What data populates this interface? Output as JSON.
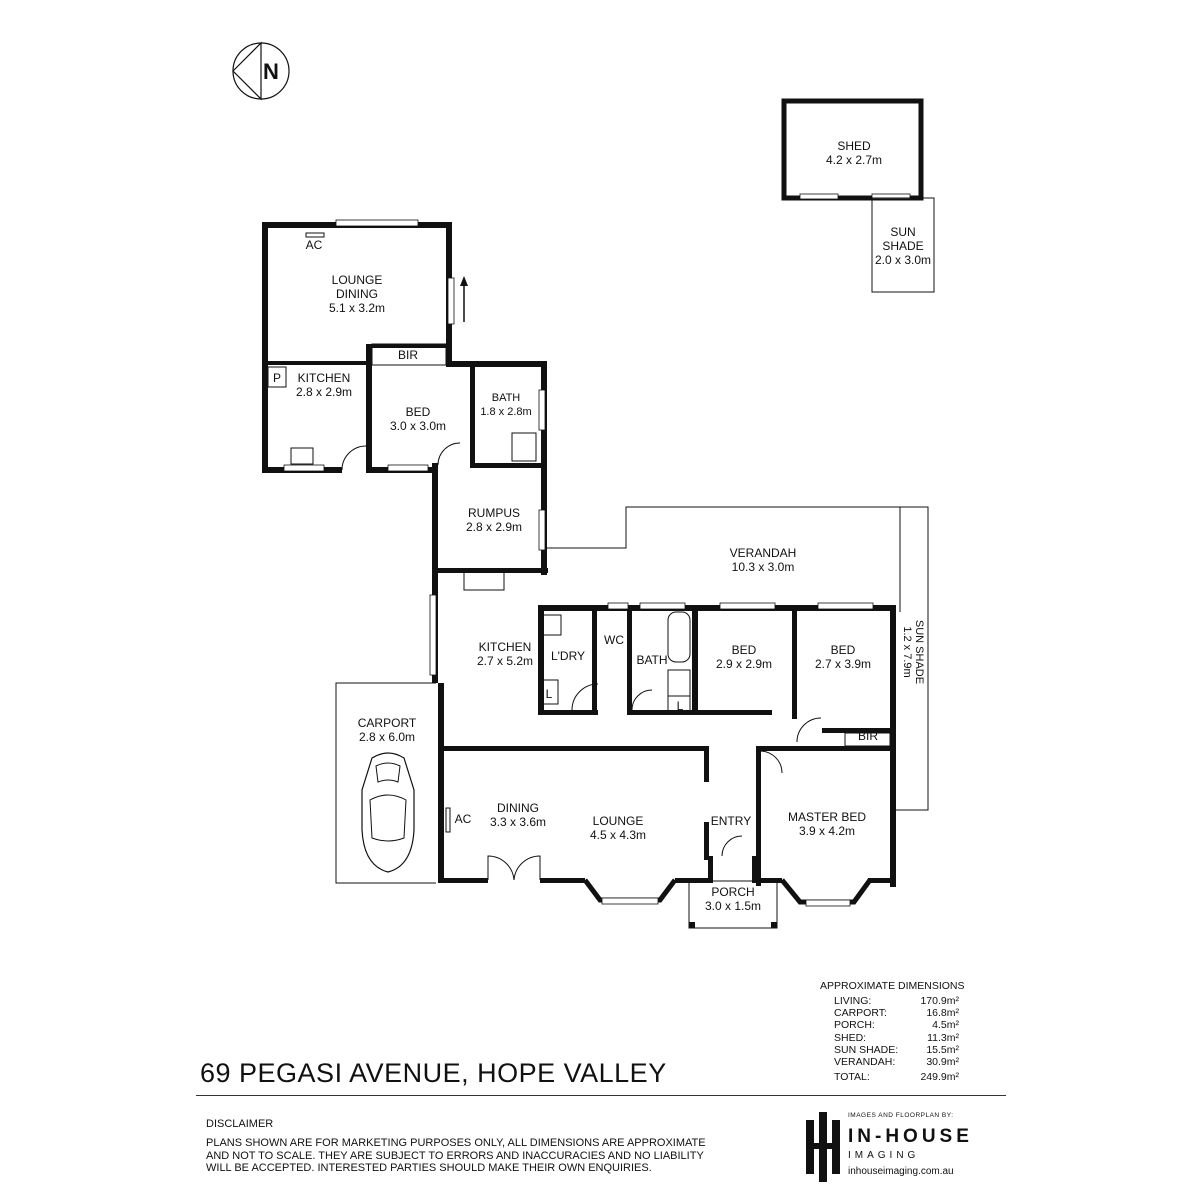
{
  "address": "69 PEGASI AVENUE, HOPE VALLEY",
  "compass": {
    "letter": "N",
    "icon": "north-arrow-icon"
  },
  "rooms": {
    "shed": {
      "name": "SHED",
      "size": "4.2 x 2.7m"
    },
    "sun_shade_top": {
      "name1": "SUN",
      "name2": "SHADE",
      "size": "2.0 x 3.0m"
    },
    "lounge_dining_top": {
      "name1": "LOUNGE",
      "name2": "DINING",
      "size": "5.1 x 3.2m"
    },
    "ac_top": "AC",
    "kitchen_top": {
      "name": "KITCHEN",
      "size": "2.8 x 2.9m"
    },
    "pantry": "P",
    "bir_top": "BIR",
    "bed_top": {
      "name": "BED",
      "size": "3.0 x 3.0m"
    },
    "bath_top": {
      "name": "BATH",
      "size": "1.8 x 2.8m"
    },
    "rumpus": {
      "name": "RUMPUS",
      "size": "2.8 x 2.9m"
    },
    "verandah": {
      "name": "VERANDAH",
      "size": "10.3 x 3.0m"
    },
    "kitchen_main": {
      "name": "KITCHEN",
      "size": "2.7 x 5.2m"
    },
    "laundry": "L'DRY",
    "wc": "WC",
    "bath_main": "BATH",
    "linen1": "L",
    "linen2": "L",
    "bed2": {
      "name": "BED",
      "size": "2.9 x 2.9m"
    },
    "bed3": {
      "name": "BED",
      "size": "2.7 x 3.9m"
    },
    "sun_shade_side": {
      "name": "SUN SHADE",
      "size": "1.2 x 7.9m"
    },
    "bir_master": "BIR",
    "carport": {
      "name": "CARPORT",
      "size": "2.8 x 6.0m"
    },
    "dining": {
      "name": "DINING",
      "size": "3.3 x 3.6m"
    },
    "ac_main": "AC",
    "lounge": {
      "name": "LOUNGE",
      "size": "4.5 x 4.3m"
    },
    "entry": "ENTRY",
    "master": {
      "name": "MASTER BED",
      "size": "3.9 x 4.2m"
    },
    "porch": {
      "name": "PORCH",
      "size": "3.0 x 1.5m"
    }
  },
  "dimensions": {
    "title": "APPROXIMATE DIMENSIONS",
    "rows": [
      {
        "label": "LIVING:",
        "value": "170.9m²"
      },
      {
        "label": "CARPORT:",
        "value": "16.8m²"
      },
      {
        "label": "PORCH:",
        "value": "4.5m²"
      },
      {
        "label": "SHED:",
        "value": "11.3m²"
      },
      {
        "label": "SUN SHADE:",
        "value": "15.5m²"
      },
      {
        "label": "VERANDAH:",
        "value": "30.9m²"
      }
    ],
    "total_label": "TOTAL:",
    "total_value": "249.9m²"
  },
  "disclaimer": {
    "title": "DISCLAIMER",
    "body": "PLANS SHOWN ARE FOR MARKETING PURPOSES ONLY, ALL DIMENSIONS ARE APPROXIMATE AND NOT TO SCALE. THEY ARE SUBJECT TO ERRORS AND INACCURACIES AND NO LIABILITY WILL BE ACCEPTED. INTERESTED PARTIES SHOULD MAKE THEIR OWN ENQUIRIES."
  },
  "brand": {
    "caption": "IMAGES AND FLOORPLAN BY:",
    "name": "IN-HOUSE",
    "sub": "IMAGING",
    "url": "inhouseimaging.com.au"
  }
}
